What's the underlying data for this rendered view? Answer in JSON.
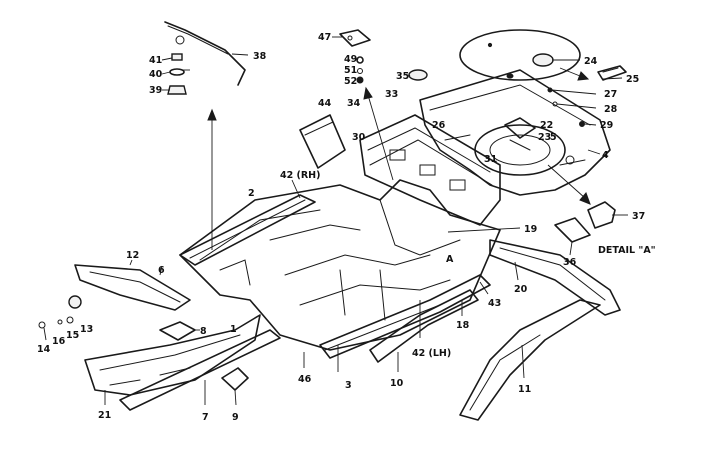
{
  "callouts": {
    "c1": "1",
    "c2": "2",
    "c3": "3",
    "c4": "4",
    "c5": "5",
    "c6": "6",
    "c7": "7",
    "c8": "8",
    "c9": "9",
    "c10": "10",
    "c11": "11",
    "c12": "12",
    "c13": "13",
    "c14": "14",
    "c15": "15",
    "c16": "16",
    "c18": "18",
    "c19": "19",
    "c20": "20",
    "c21": "21",
    "c22": "22",
    "c23": "23",
    "c24": "24",
    "c25": "25",
    "c26": "26",
    "c27": "27",
    "c28": "28",
    "c29": "29",
    "c30": "30",
    "c31": "31",
    "c33": "33",
    "c34": "34",
    "c35": "35",
    "c36": "36",
    "c37": "37",
    "c38": "38",
    "c39": "39",
    "c40": "40",
    "c41": "41",
    "c42rh": "42 (RH)",
    "c42lh": "42 (LH)",
    "c43": "43",
    "c44": "44",
    "c46": "46",
    "c47": "47",
    "c49": "49",
    "c51": "51",
    "c52": "52",
    "cA": "A"
  },
  "detail_label": "DETAIL \"A\""
}
